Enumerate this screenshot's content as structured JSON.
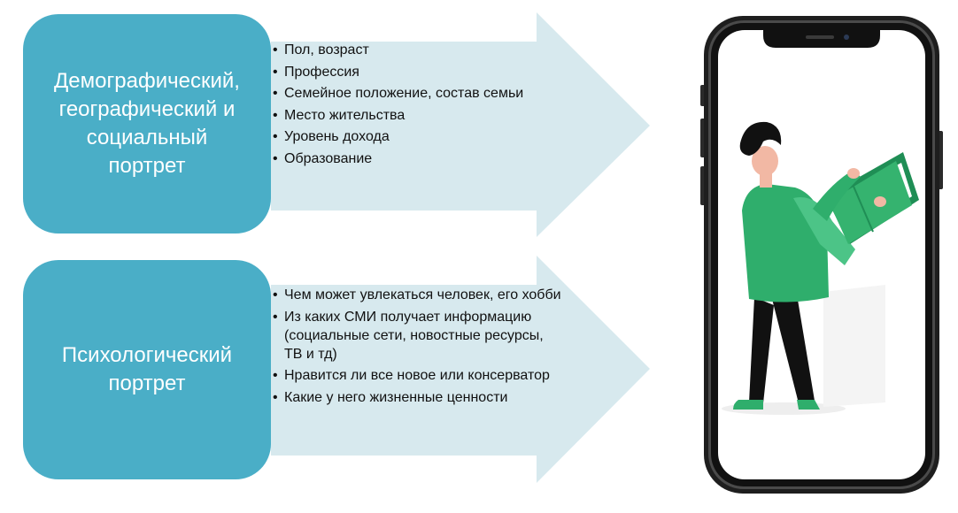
{
  "segments": [
    {
      "title_lines": [
        "Демографический,",
        "географический и",
        "социальный",
        "портрет"
      ],
      "items": [
        "Пол, возраст",
        "Профессия",
        "Семейное положение, состав семьи",
        "Место жительства",
        "Уровень дохода",
        "Образование"
      ]
    },
    {
      "title_lines": [
        "Психологический",
        "портрет"
      ],
      "items": [
        "Чем может увлекаться человек, его хобби",
        "Из каких СМИ получает информацию (социальные сети, новостные ресурсы, ТВ и тд)",
        "Нравится ли все новое или консерватор",
        "Какие у него жизненные ценности"
      ]
    }
  ],
  "colors": {
    "box": "#4aaec7",
    "arrow": "#d7e9ee",
    "phone_frame": "#1e1e1e",
    "shirt": "#2fae6c",
    "book": "#35b36f"
  },
  "icons": [
    "smartphone-illustration",
    "person-reading-illustration"
  ]
}
